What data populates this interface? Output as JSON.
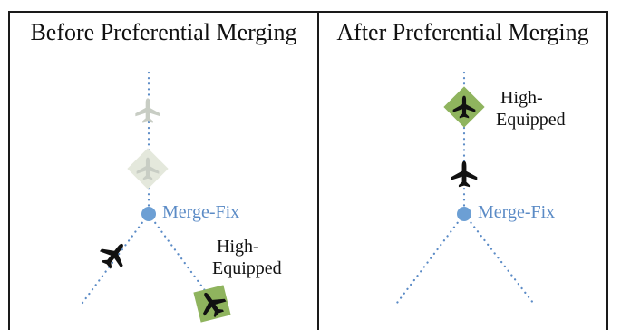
{
  "panels": {
    "before": {
      "title": "Before Preferential Merging",
      "fix_label": "Merge-Fix",
      "aircraft_label_line1": "High-",
      "aircraft_label_line2": "Equipped"
    },
    "after": {
      "title": "After Preferential Merging",
      "fix_label": "Merge-Fix",
      "aircraft_label_line1": "High-",
      "aircraft_label_line2": "Equipped"
    }
  },
  "colors": {
    "route_dots": "#5b8bc6",
    "merge_fix": "#6c9fd4",
    "high_equipped_box": "#8fb45e",
    "faded_aircraft": "#c8cdc4",
    "faded_box": "#e4e8dc",
    "aircraft": "#111111"
  },
  "icons": [
    "airplane-icon",
    "merge-fix-dot"
  ]
}
